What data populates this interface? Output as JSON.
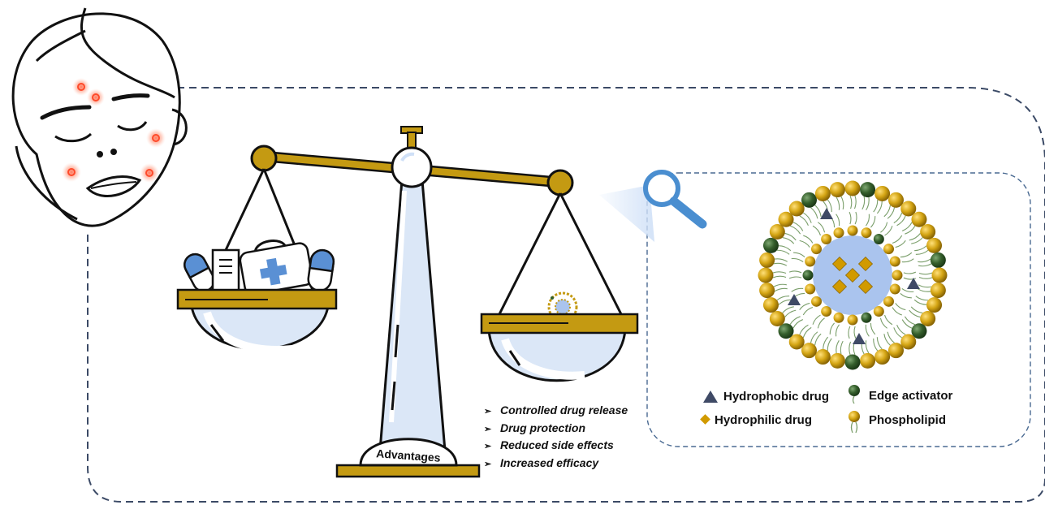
{
  "fulcrum_label": "Advantages",
  "advantages": [
    "Controlled drug release",
    "Drug protection",
    "Reduced side effects",
    "Increased efficacy"
  ],
  "legend": {
    "hydrophobic": "Hydrophobic drug",
    "hydrophilic": "Hydrophilic drug",
    "edge_activator": "Edge activator",
    "phospholipid": "Phospholipid"
  },
  "colors": {
    "gold": "#c49a12",
    "gold_dark": "#8f6a05",
    "balance_gold": "#b8860b",
    "green": "#2f5e2a",
    "drug_triangle": "#3f4a66",
    "drug_diamond": "#d19a00",
    "core_blue": "#aac4ee",
    "glass_blue": "#dbe7f7",
    "medicine_blue": "#5a90d4",
    "inflammation": "#ff5a3c",
    "dashed_border": "#3b4a66",
    "tail_green": "#7a9e6a"
  },
  "icons": [
    "magnifier-icon",
    "first-aid-kit-icon",
    "capsule-icon",
    "medicine-bottle-icon",
    "inflamed-face-icon"
  ]
}
